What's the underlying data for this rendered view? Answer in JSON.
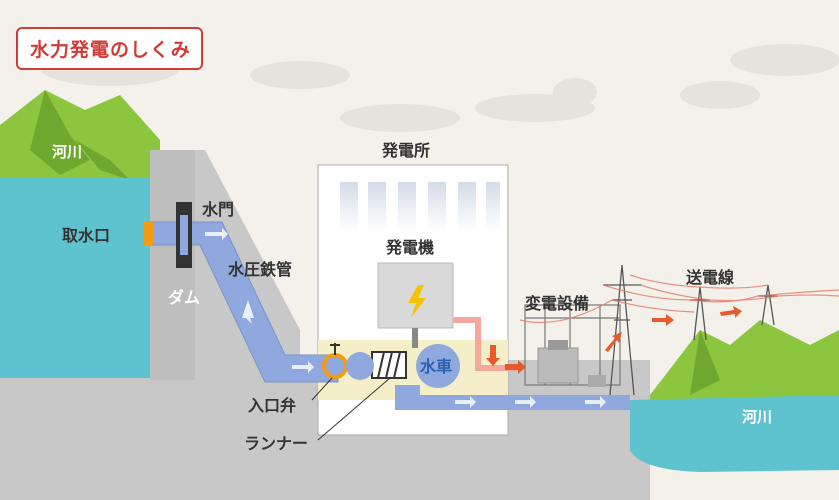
{
  "title": "水力発電のしくみ",
  "labels": {
    "river_left": "河川",
    "intake": "取水口",
    "gate": "水門",
    "penstock": "水圧鉄管",
    "dam": "ダム",
    "powerhouse": "発電所",
    "generator": "発電機",
    "turbine": "水車",
    "inlet_valve": "入口弁",
    "runner": "ランナー",
    "substation": "変電設備",
    "transmission": "送電線",
    "river_right": "河川"
  },
  "colors": {
    "water": "#5fc3cf",
    "pipe": "#8fa9de",
    "mountain": "#8cc63f",
    "ground": "#c8c8c8",
    "title": "#d23b35",
    "power_line": "#e8786a",
    "arrow": "#e85a2a"
  },
  "icons": {
    "generator_symbol": "lightning-icon"
  }
}
